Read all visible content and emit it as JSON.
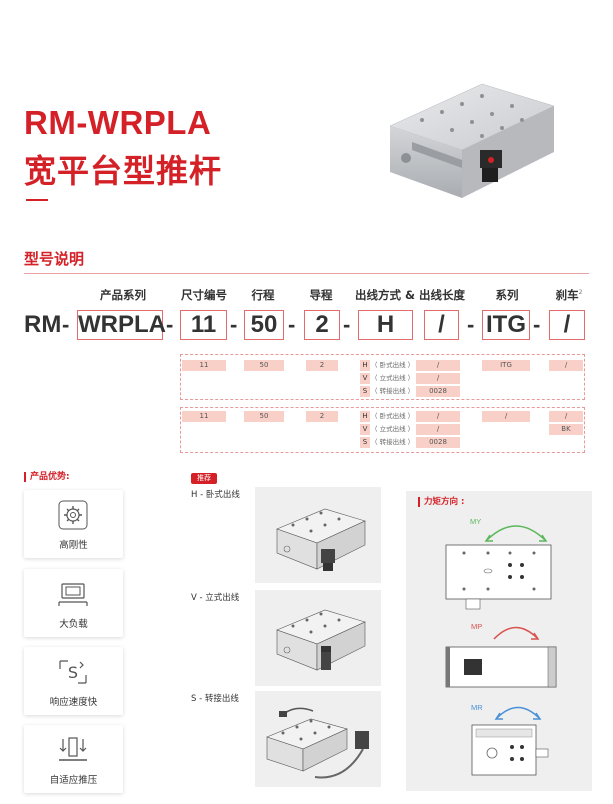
{
  "title": {
    "line1": "RM-WRPLA",
    "line2": "宽平台型推杆"
  },
  "section": {
    "model_title": "型号说明"
  },
  "columns": {
    "series": "产品系列",
    "size": "尺寸编号",
    "stroke": "行程",
    "lead": "导程",
    "outlet": "出线方式 & 出线长度",
    "system": "系列",
    "brake": "刹车",
    "brake_note": "2"
  },
  "code": {
    "prefix": "RM",
    "series": "WRPLA",
    "size": "11",
    "stroke": "50",
    "lead": "2",
    "outlet": "H",
    "length": "/",
    "system": "ITG",
    "brake": "/",
    "dash": "-"
  },
  "options": {
    "block1": {
      "size": "11",
      "stroke": "50",
      "lead": "2",
      "outlets": [
        {
          "letter": "H",
          "desc": "（ 卧式出线 ）",
          "length": "/"
        },
        {
          "letter": "V",
          "desc": "（ 立式出线 ）",
          "length": "/"
        },
        {
          "letter": "S",
          "desc": "（ 转接出线 ）",
          "length": "0028"
        }
      ],
      "system": "ITG",
      "brake": [
        "/"
      ]
    },
    "block2": {
      "size": "11",
      "stroke": "50",
      "lead": "2",
      "outlets": [
        {
          "letter": "H",
          "desc": "（ 卧式出线 ）",
          "length": "/"
        },
        {
          "letter": "V",
          "desc": "（ 立式出线 ）",
          "length": "/"
        },
        {
          "letter": "S",
          "desc": "（ 转接出线 ）",
          "length": "0028"
        }
      ],
      "system": "/",
      "brake": [
        "/",
        "BK"
      ]
    }
  },
  "advantages": {
    "title": "产品优势:",
    "items": [
      {
        "label": "高刚性",
        "icon": "gear-icon"
      },
      {
        "label": "大负载",
        "icon": "load-icon"
      },
      {
        "label": "响应速度快",
        "icon": "speed-icon"
      },
      {
        "label": "自适应推压",
        "icon": "press-icon"
      }
    ]
  },
  "variants": {
    "badge": "推荐",
    "items": [
      {
        "label": "H - 卧式出线"
      },
      {
        "label": "V - 立式出线"
      },
      {
        "label": "S - 转接出线"
      }
    ]
  },
  "force": {
    "title": "力矩方向 :",
    "my": "MY",
    "mp": "MP",
    "mr": "MR",
    "colors": {
      "my": "#5cb85c",
      "mp": "#d9534f",
      "mr": "#4a90d9"
    }
  },
  "colors": {
    "brand": "#d42128"
  }
}
